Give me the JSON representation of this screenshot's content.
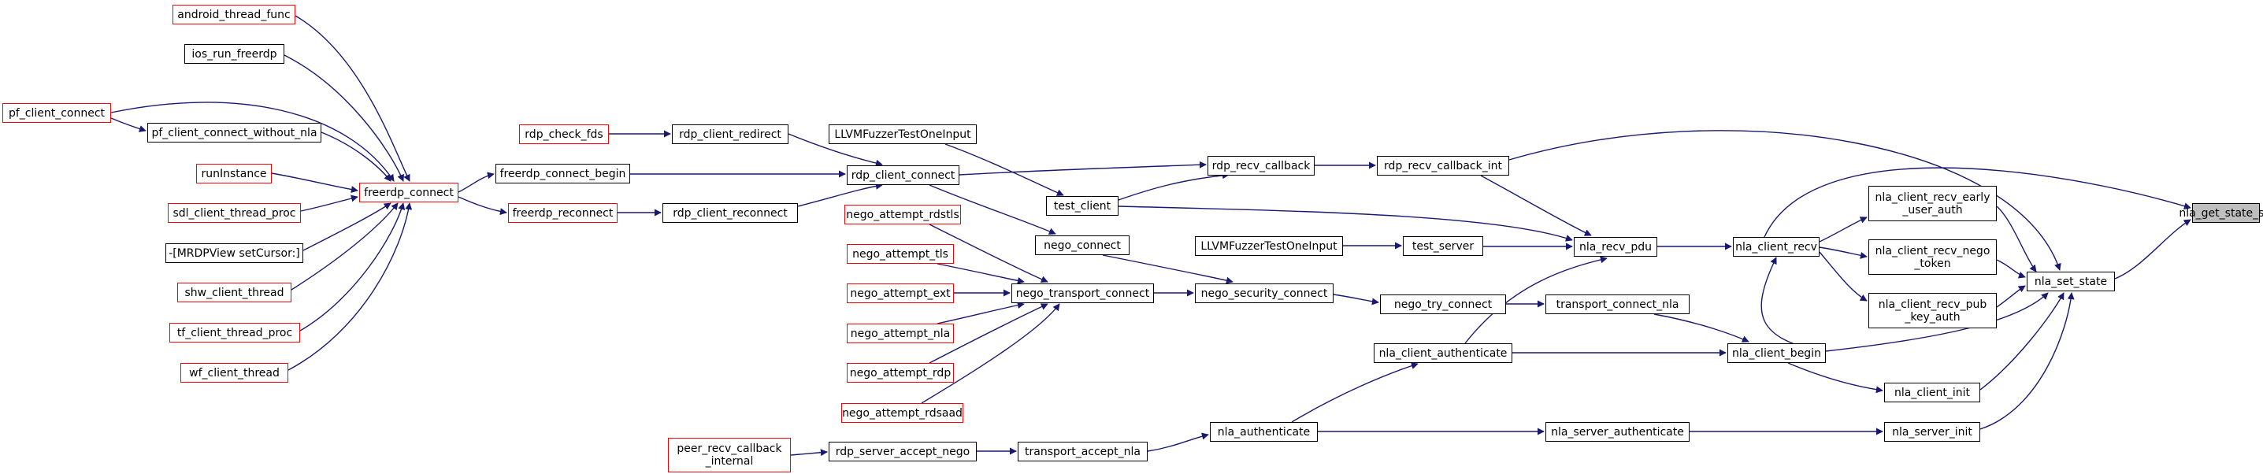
{
  "colors": {
    "edge": "#191970",
    "normal_border": "#000000",
    "truncated_border": "#ff0000",
    "focus_fill": "#bfbfbf"
  },
  "nodes": {
    "nla_get_state_str": "nla_get_state_str",
    "nla_set_state": "nla_set_state",
    "nla_client_recv": "nla_client_recv",
    "nla_client_recv_early_user_auth_1": "nla_client_recv_early",
    "nla_client_recv_early_user_auth_2": "_user_auth",
    "nla_client_recv_nego_token_1": "nla_client_recv_nego",
    "nla_client_recv_nego_token_2": "_token",
    "nla_client_recv_pub_key_auth_1": "nla_client_recv_pub",
    "nla_client_recv_pub_key_auth_2": "_key_auth",
    "nla_client_init": "nla_client_init",
    "nla_server_init": "nla_server_init",
    "nla_recv_pdu": "nla_recv_pdu",
    "rdp_recv_callback_int": "rdp_recv_callback_int",
    "rdp_recv_callback": "rdp_recv_callback",
    "rdp_client_connect": "rdp_client_connect",
    "test_client": "test_client",
    "LLVMFuzzerTestOneInput_client": "LLVMFuzzerTestOneInput",
    "LLVMFuzzerTestOneInput_server": "LLVMFuzzerTestOneInput",
    "test_server": "test_server",
    "nla_client_begin": "nla_client_begin",
    "transport_connect_nla": "transport_connect_nla",
    "nego_try_connect": "nego_try_connect",
    "nego_security_connect": "nego_security_connect",
    "nego_connect": "nego_connect",
    "nego_transport_connect": "nego_transport_connect",
    "nla_client_authenticate": "nla_client_authenticate",
    "nla_server_authenticate": "nla_server_authenticate",
    "nla_authenticate": "nla_authenticate",
    "transport_accept_nla": "transport_accept_nla",
    "rdp_server_accept_nego": "rdp_server_accept_nego",
    "peer_recv_callback_internal_1": "peer_recv_callback",
    "peer_recv_callback_internal_2": "_internal",
    "nego_attempt_rdstls": "nego_attempt_rdstls",
    "nego_attempt_tls": "nego_attempt_tls",
    "nego_attempt_ext": "nego_attempt_ext",
    "nego_attempt_nla": "nego_attempt_nla",
    "nego_attempt_rdp": "nego_attempt_rdp",
    "nego_attempt_rdsaad": "nego_attempt_rdsaad",
    "rdp_client_redirect": "rdp_client_redirect",
    "rdp_check_fds": "rdp_check_fds",
    "rdp_client_reconnect": "rdp_client_reconnect",
    "freerdp_connect_begin": "freerdp_connect_begin",
    "freerdp_reconnect": "freerdp_reconnect",
    "freerdp_connect": "freerdp_connect",
    "android_thread_func": "android_thread_func",
    "ios_run_freerdp": "ios_run_freerdp",
    "pf_client_connect": "pf_client_connect",
    "pf_client_connect_without_nla": "pf_client_connect_without_nla",
    "runInstance": "runInstance",
    "sdl_client_thread_proc": "sdl_client_thread_proc",
    "MRDPView_setCursor": "-[MRDPView setCursor:]",
    "shw_client_thread": "shw_client_thread",
    "tf_client_thread_proc": "tf_client_thread_proc",
    "wf_client_thread": "wf_client_thread"
  }
}
